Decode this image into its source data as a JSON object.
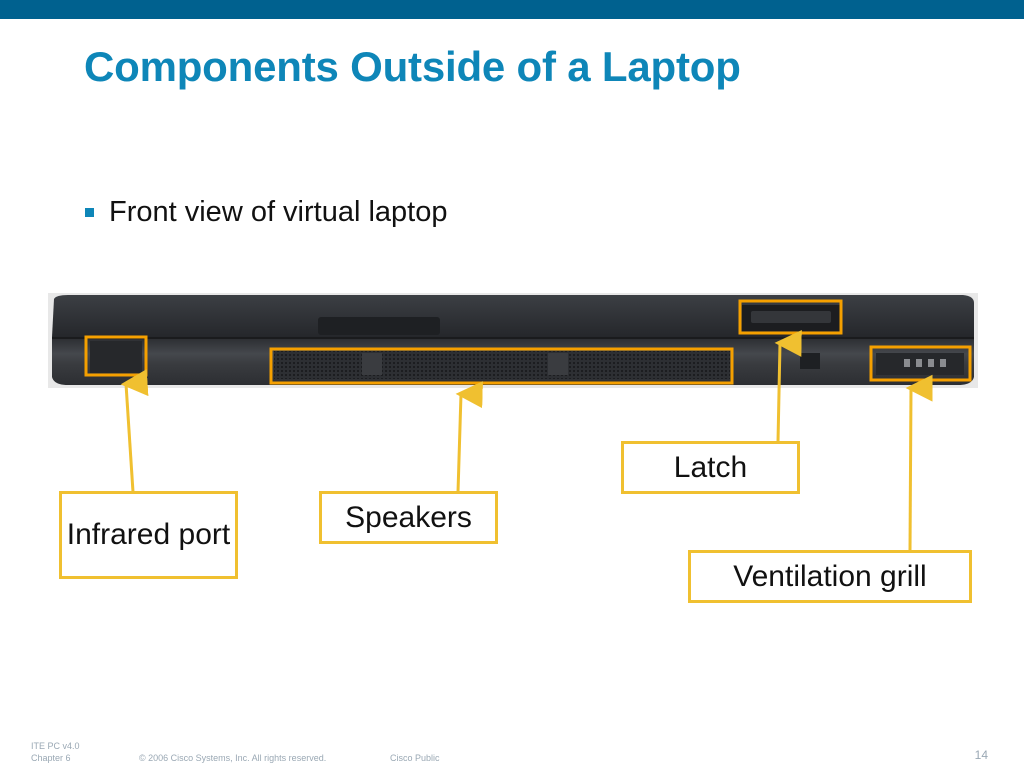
{
  "slide": {
    "title": "Components Outside of a Laptop",
    "bullets": [
      "Front view of virtual laptop"
    ]
  },
  "callouts": {
    "infrared": "Infrared port",
    "speakers": "Speakers",
    "latch": "Latch",
    "ventilation": "Ventilation grill"
  },
  "footer": {
    "course": "ITE PC v4.0",
    "chapter": "Chapter 6",
    "copyright": "© 2006 Cisco Systems, Inc. All rights reserved.",
    "classification": "Cisco Public",
    "page_number": "14"
  },
  "colors": {
    "header_bar": "#00618f",
    "title": "#0e86b8",
    "callout_border": "#f0c030",
    "highlight_box": "#f5a000"
  }
}
